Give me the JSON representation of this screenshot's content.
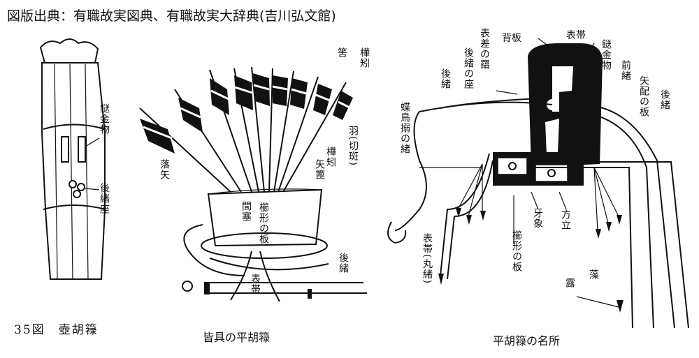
{
  "source_line": "図版出典：有職故実図典、有職故実大辞典(吉川弘文館)",
  "captions": {
    "fig35": "35図　壺胡簶",
    "middle": "皆具の平胡簶",
    "right": "平胡簶の名所"
  },
  "labels": {
    "left": {
      "kanamono": "鎹金物",
      "oshoza": "後緒座"
    },
    "middle": {
      "hazu": "筈",
      "kabamaki_top": "樺矧",
      "hane": "羽(切斑)",
      "kabamaki_mid": "樺矧",
      "yano": "矢篦",
      "otoshiya": "落矢",
      "maseki": "間塞",
      "kushigata": "櫛形の板",
      "oshoza_cord": "後緒",
      "obi": "表帯"
    },
    "right": {
      "sebita": "背板",
      "omoteobi_top": "表帯",
      "omotesashi": "表差の羂",
      "oshonoza": "後緒の座",
      "oshi_left": "後緒",
      "kanamono": "鎹金物",
      "maeo": "前緒",
      "yakubari": "矢配の板",
      "oshi_right": "後緒",
      "chocho": "蝶鳥搦の緒",
      "kushigata": "櫛形の板",
      "gezo": "牙象",
      "horitsu": "方立",
      "omoteobi_maru": "表帯(丸緒)",
      "mo": "藻",
      "tsuyu": "露"
    }
  }
}
